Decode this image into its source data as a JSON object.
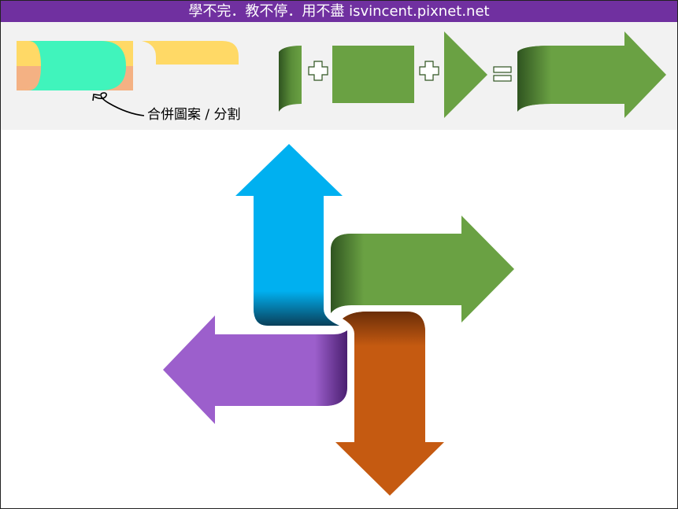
{
  "header": {
    "title": "學不完．教不停．用不盡 isvincent.pixnet.net"
  },
  "panel": {
    "caption": "合併圖案 / 分割"
  },
  "colors": {
    "title_bar": "#7030a0",
    "panel_bg": "#f2f2f2",
    "yellow": "#ffd966",
    "peach": "#f4b183",
    "mint": "#40f4bc",
    "green": "#6aa143",
    "blue": "#00b0f0",
    "orange": "#c55a11",
    "purple": "#9c5fcc"
  },
  "diagram": {
    "pinwheel_arrows": [
      {
        "name": "blue-arrow",
        "direction": "up",
        "color": "#00b0f0"
      },
      {
        "name": "green-arrow",
        "direction": "right",
        "color": "#6aa143"
      },
      {
        "name": "orange-arrow",
        "direction": "down",
        "color": "#c55a11"
      },
      {
        "name": "purple-arrow",
        "direction": "left",
        "color": "#9c5fcc"
      }
    ],
    "equation_symbols": [
      "plus-icon",
      "plus-icon",
      "equals-icon"
    ]
  }
}
